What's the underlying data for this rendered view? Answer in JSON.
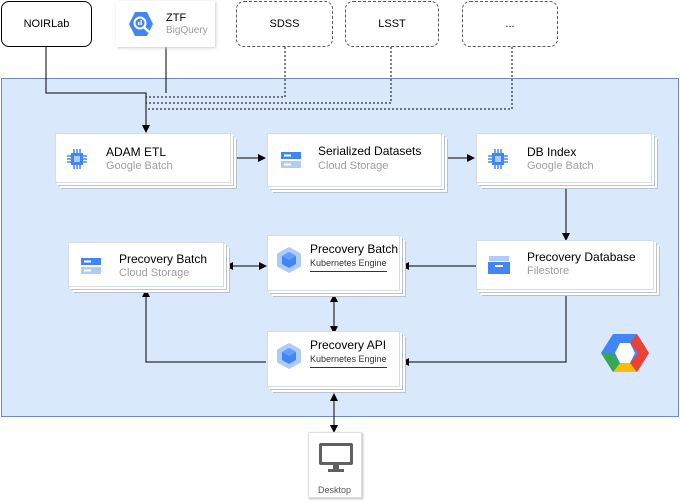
{
  "sources": {
    "noirlab": {
      "label": "NOIRLab"
    },
    "ztf": {
      "title": "ZTF",
      "subtitle": "BigQuery"
    },
    "sdss": {
      "label": "SDSS"
    },
    "lsst": {
      "label": "LSST"
    },
    "more": {
      "label": "..."
    }
  },
  "nodes": {
    "adam_etl": {
      "title": "ADAM ETL",
      "subtitle": "Google Batch"
    },
    "serialized": {
      "title": "Serialized Datasets",
      "subtitle": "Cloud Storage"
    },
    "db_index": {
      "title": "DB Index",
      "subtitle": "Google Batch"
    },
    "precovery_db": {
      "title": "Precovery Database",
      "subtitle": "Filestore"
    },
    "precovery_batch_storage": {
      "title": "Precovery Batch",
      "subtitle": "Cloud Storage"
    },
    "precovery_batch_k8s": {
      "title": "Precovery Batch",
      "subtitle": "Kubernetes Engine"
    },
    "precovery_api": {
      "title": "Precovery API",
      "subtitle": "Kubernetes Engine"
    },
    "desktop": {
      "label": "Desktop"
    }
  },
  "colors": {
    "region_fill": "#dae8fc",
    "region_border": "#6c8ebf",
    "gcp_blue": "#4285f4",
    "gcp_light_blue": "#aecbfa"
  }
}
